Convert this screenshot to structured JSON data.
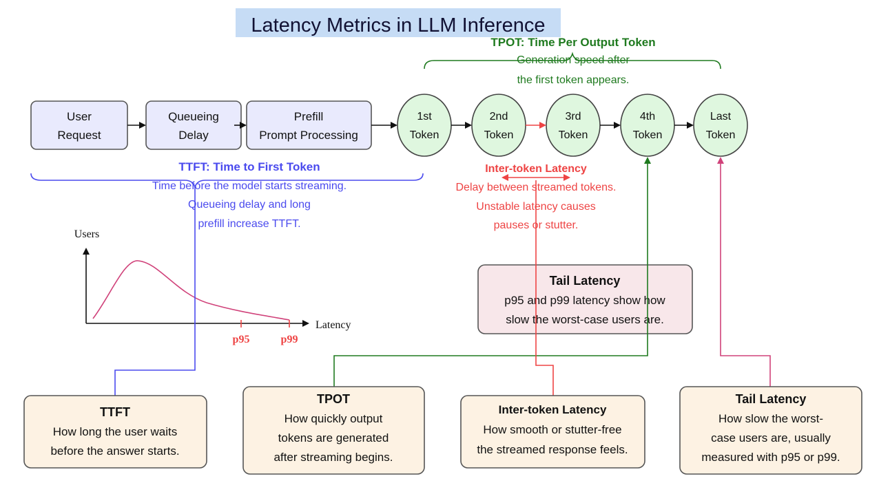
{
  "title": "Latency Metrics in LLM Inference",
  "colors": {
    "blue": "#4a4aee",
    "green": "#1f7a1f",
    "red": "#ee4444",
    "pink": "#d0427a",
    "title_bg": "#c6dcf5"
  },
  "pipeline": [
    {
      "line1": "User",
      "line2": "Request"
    },
    {
      "line1": "Queueing",
      "line2": "Delay"
    },
    {
      "line1": "Prefill",
      "line2": "Prompt Processing"
    }
  ],
  "tokens": [
    {
      "line1": "1st",
      "line2": "Token"
    },
    {
      "line1": "2nd",
      "line2": "Token"
    },
    {
      "line1": "3rd",
      "line2": "Token"
    },
    {
      "line1": "4th",
      "line2": "Token"
    },
    {
      "line1": "Last",
      "line2": "Token"
    }
  ],
  "tpot_brace": {
    "title": "TPOT: Time Per Output Token",
    "line1": "Generation speed after",
    "line2": "the first token appears."
  },
  "ttft_brace": {
    "title": "TTFT: Time to First Token",
    "line1": "Time before the model starts streaming.",
    "line2": "Queueing delay and long",
    "line3": "prefill increase TTFT."
  },
  "intertoken": {
    "title": "Inter-token Latency",
    "line1": "Delay between streamed tokens.",
    "line2": "Unstable latency causes",
    "line3": "pauses or stutter."
  },
  "tail_box": {
    "title": "Tail Latency",
    "line1": "p95 and p99 latency show how",
    "line2": "slow the worst-case users are."
  },
  "plot": {
    "ylabel": "Users",
    "xlabel": "Latency",
    "p95": "p95",
    "p99": "p99"
  },
  "cards": [
    {
      "title": "TTFT",
      "line1": "How long the user waits",
      "line2": "before the answer starts.",
      "line3": ""
    },
    {
      "title": "TPOT",
      "line1": "How quickly output",
      "line2": "tokens are generated",
      "line3": "after streaming begins."
    },
    {
      "title": "Inter-token Latency",
      "line1": "How smooth or stutter-free",
      "line2": "the streamed response feels.",
      "line3": ""
    },
    {
      "title": "Tail Latency",
      "line1": "How slow the worst-",
      "line2": "case users are, usually",
      "line3": "measured with p95 or p99."
    }
  ]
}
